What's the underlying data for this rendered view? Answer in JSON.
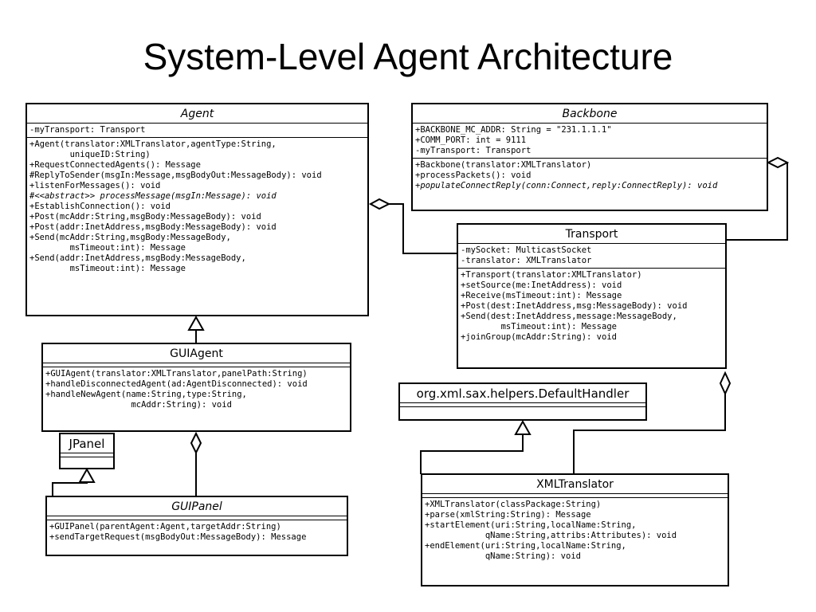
{
  "title": "System-Level Agent Architecture",
  "classes": {
    "agent": {
      "name": "Agent",
      "attributes": [
        "-myTransport: Transport"
      ],
      "operations": [
        "+Agent(translator:XMLTranslator,agentType:String,\n        uniqueID:String)",
        "+RequestConnectedAgents(): Message",
        "#ReplyToSender(msgIn:Message,msgBodyOut:MessageBody): void",
        "+listenForMessages(): void",
        "#<<abstract>> processMessage(msgIn:Message): void",
        "+EstablishConnection(): void",
        "+Post(mcAddr:String,msgBody:MessageBody): void",
        "+Post(addr:InetAddress,msgBody:MessageBody): void",
        "+Send(mcAddr:String,msgBody:MessageBody,\n        msTimeout:int): Message",
        "+Send(addr:InetAddress,msgBody:MessageBody,\n        msTimeout:int): Message"
      ]
    },
    "backbone": {
      "name": "Backbone",
      "attributes": [
        "+BACKBONE_MC_ADDR: String = \"231.1.1.1\"",
        "+COMM_PORT: int = 9111",
        "-myTransport: Transport"
      ],
      "operations": [
        "+Backbone(translator:XMLTranslator)",
        "+processPackets(): void",
        "+populateConnectReply(conn:Connect,reply:ConnectReply): void"
      ]
    },
    "transport": {
      "name": "Transport",
      "attributes": [
        "-mySocket: MulticastSocket",
        "-translator: XMLTranslator"
      ],
      "operations": [
        "+Transport(translator:XMLTranslator)",
        "+setSource(me:InetAddress): void",
        "+Receive(msTimeout:int): Message",
        "+Post(dest:InetAddress,msg:MessageBody): void",
        "+Send(dest:InetAddress,message:MessageBody,\n        msTimeout:int): Message",
        "+joinGroup(mcAddr:String): void"
      ]
    },
    "guiagent": {
      "name": "GUIAgent",
      "operations": [
        "+GUIAgent(translator:XMLTranslator,panelPath:String)",
        "+handleDisconnectedAgent(ad:AgentDisconnected): void",
        "+handleNewAgent(name:String,type:String,\n                 mcAddr:String): void"
      ]
    },
    "defaulthandler": {
      "name": "org.xml.sax.helpers.DefaultHandler"
    },
    "jpanel": {
      "name": "JPanel"
    },
    "guipanel": {
      "name": "GUIPanel",
      "operations": [
        "+GUIPanel(parentAgent:Agent,targetAddr:String)",
        "+sendTargetRequest(msgBodyOut:MessageBody): Message"
      ]
    },
    "xmltranslator": {
      "name": "XMLTranslator",
      "operations": [
        "+XMLTranslator(classPackage:String)",
        "+parse(xmlString:String): Message",
        "+startElement(uri:String,localName:String,\n            qName:String,attribs:Attributes): void",
        "+endElement(uri:String,localName:String,\n            qName:String): void"
      ]
    }
  }
}
